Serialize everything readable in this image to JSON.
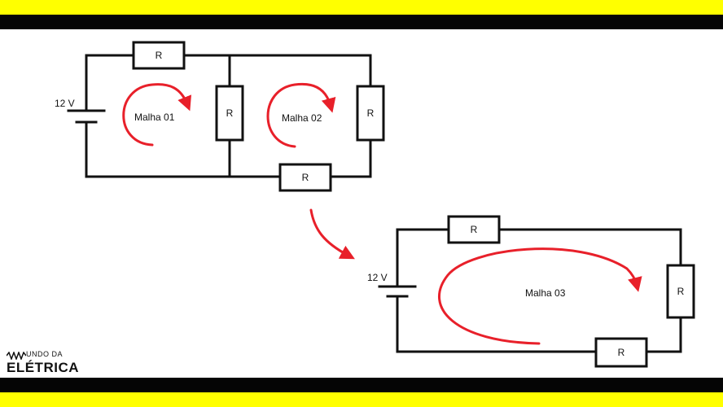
{
  "colors": {
    "band_yellow": "#ffff00",
    "band_black": "#050505",
    "wire": "#111111",
    "arrow_red": "#e8202a"
  },
  "circuit_top": {
    "source_label": "12 V",
    "resistor_label": "R",
    "mesh_labels": [
      "Malha 01",
      "Malha 02"
    ]
  },
  "circuit_bottom": {
    "source_label": "12 V",
    "resistor_label": "R",
    "mesh_label": "Malha 03"
  },
  "logo": {
    "top_text": "UNDO  DA",
    "bottom_text": "ELÉTRICA"
  }
}
